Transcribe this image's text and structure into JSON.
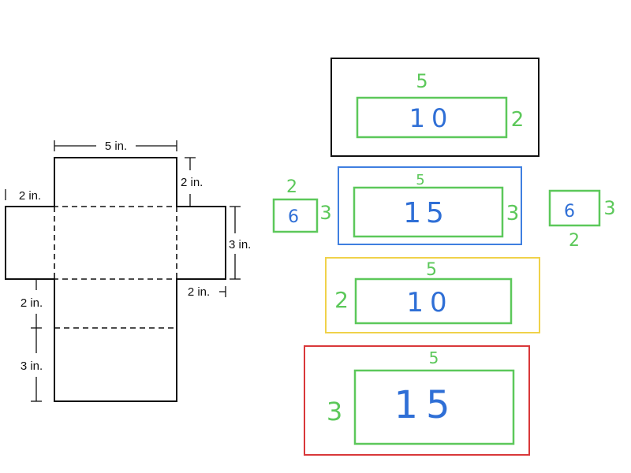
{
  "net": {
    "top_width_label": "5 in.",
    "top_height_label": "2 in.",
    "left_flap_label": "2 in.",
    "side_height_label": "3 in.",
    "right_flap_label": "2 in.",
    "lower_face_label": "2 in.",
    "bottom_face_label": "3 in."
  },
  "colors": {
    "green": "#5cc85a",
    "blue_ink": "#2f6fd6",
    "black_frame": "#111111",
    "blue_frame": "#3f7fe0",
    "yellow_frame": "#f0d24a",
    "red_frame": "#d9383a"
  },
  "faces": [
    {
      "frame_color": "black",
      "area": "10",
      "top_label": "5",
      "side_label": "2"
    },
    {
      "frame_color": "blue",
      "area": "15",
      "top_label": "5",
      "side_label": "3"
    },
    {
      "frame_color": "yellow",
      "area": "10",
      "top_label": "5",
      "side_label": "2"
    },
    {
      "frame_color": "red",
      "area": "15",
      "top_label": "5",
      "side_label": "3"
    }
  ],
  "small_faces": [
    {
      "area": "6",
      "top_label": "2",
      "side_label": "3"
    },
    {
      "area": "6",
      "bottom_label": "2",
      "side_label": "3"
    }
  ]
}
